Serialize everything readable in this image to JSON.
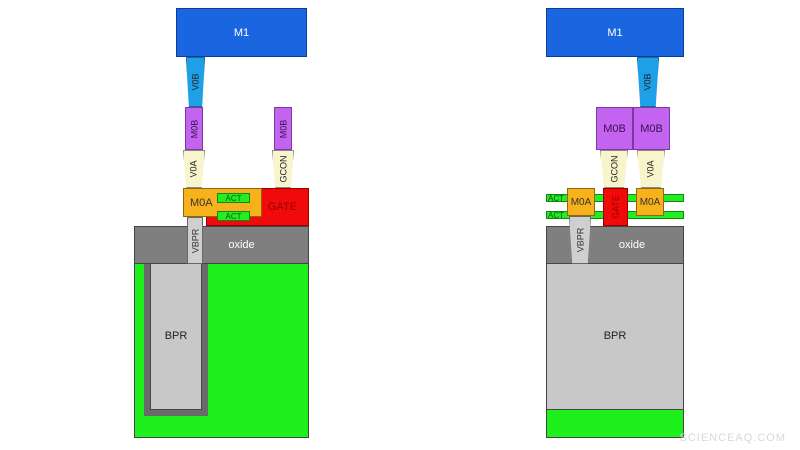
{
  "left": {
    "m1": "M1",
    "v0b": "V0B",
    "m0b_a": "M0B",
    "m0b_b": "M0B",
    "v0a": "V0A",
    "gcon": "GCON",
    "m0a": "M0A",
    "act_top": "ACT",
    "act_bottom": "ACT",
    "gate": "GATE",
    "oxide": "oxide",
    "vbpr": "VBPR",
    "bpr": "BPR"
  },
  "right": {
    "m1": "M1",
    "v0b": "V0B",
    "m0b_a": "M0B",
    "m0b_b": "M0B",
    "gcon": "GCON",
    "v0a": "V0A",
    "act_top": "ACT",
    "act_bottom": "ACT",
    "m0a_a": "M0A",
    "gate": "GATE",
    "m0a_b": "M0A",
    "oxide": "oxide",
    "vbpr": "VBPR",
    "bpr": "BPR"
  },
  "watermark": "SCIENCEAQ.COM"
}
